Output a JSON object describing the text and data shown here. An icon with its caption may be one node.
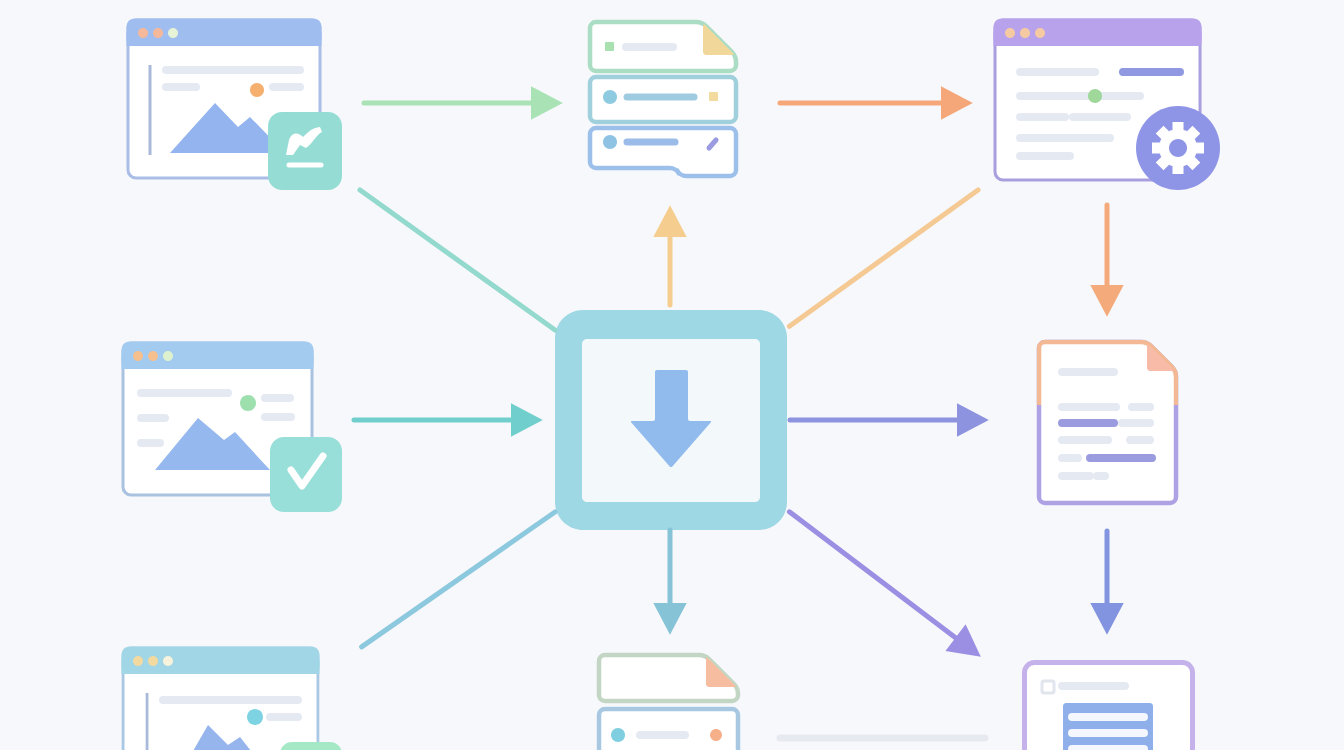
{
  "diagram": {
    "nodes": [
      {
        "text": [],
        "shape": "picture"
      },
      {
        "text": [],
        "shape": "picture"
      },
      {
        "text": [],
        "shape": "picture"
      },
      {
        "text": [],
        "shape": "picture"
      },
      {
        "text": [],
        "shape": "picture"
      },
      {
        "text": [],
        "shape": "picture"
      },
      {
        "text": [],
        "shape": "picture"
      },
      {
        "text": [],
        "shape": "picture"
      },
      {
        "text": [],
        "shape": "picture"
      }
    ],
    "edges": [
      {
        "from": 0,
        "to": 1,
        "arrow": "to",
        "color": "#a9e2b5"
      },
      {
        "from": 1,
        "to": 2,
        "arrow": "to",
        "color": "#f5a77a"
      },
      {
        "from": 0,
        "to": 4,
        "arrow": "none",
        "color": "#93d9cd"
      },
      {
        "from": 4,
        "to": 1,
        "arrow": "to",
        "color": "#f5cd8f"
      },
      {
        "from": 4,
        "to": 2,
        "arrow": "none",
        "color": "#f5c993"
      },
      {
        "from": 2,
        "to": 5,
        "arrow": "to",
        "color": "#f5aa7c"
      },
      {
        "from": 3,
        "to": 4,
        "arrow": "to",
        "color": "#70cfcc"
      },
      {
        "from": 4,
        "to": 5,
        "arrow": "to",
        "color": "#8e93e0"
      },
      {
        "from": 6,
        "to": 4,
        "arrow": "none",
        "color": "#8cc8de"
      },
      {
        "from": 4,
        "to": 7,
        "arrow": "to",
        "color": "#86c3d6"
      },
      {
        "from": 4,
        "to": 8,
        "arrow": "to",
        "color": "#9a8fe2"
      },
      {
        "from": 5,
        "to": 8,
        "arrow": "to",
        "color": "#8294e0"
      }
    ]
  }
}
